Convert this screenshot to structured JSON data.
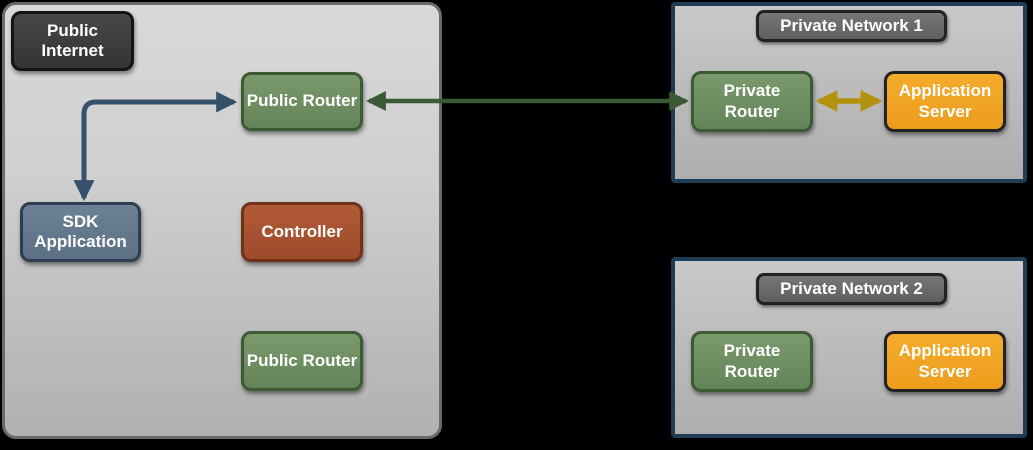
{
  "canvas": {
    "background": "#000000"
  },
  "regions": {
    "public_internet_zone": {
      "nodes": {
        "public_internet": {
          "label": "Public Internet",
          "fill": "#3d3d3d",
          "border": "#141414"
        },
        "public_router_top": {
          "label": "Public Router",
          "fill": "#6e8e62",
          "border": "#3c5a34"
        },
        "sdk_application": {
          "label": "SDK Application",
          "fill": "#64788c",
          "border": "#2d3e50"
        },
        "controller": {
          "label": "Controller",
          "fill": "#a85231",
          "border": "#6f3118"
        },
        "public_router_bottom": {
          "label": "Public Router",
          "fill": "#6e8e62",
          "border": "#3c5a34"
        }
      }
    },
    "private_network_1": {
      "title": "Private Network 1",
      "title_fill": "#6a6a6a",
      "nodes": {
        "private_router": {
          "label": "Private Router",
          "fill": "#6e8e62",
          "border": "#3c5a34"
        },
        "application_server": {
          "label": "Application Server",
          "fill": "#f0a124",
          "border": "#222222"
        }
      }
    },
    "private_network_2": {
      "title": "Private Network 2",
      "title_fill": "#6a6a6a",
      "nodes": {
        "private_router": {
          "label": "Private Router",
          "fill": "#6e8e62",
          "border": "#3c5a34"
        },
        "application_server": {
          "label": "Application Server",
          "fill": "#f0a124",
          "border": "#222222"
        }
      }
    }
  },
  "connections": [
    {
      "id": "sdk-application-public-router",
      "from": "public_router_top",
      "to": "sdk_application",
      "style": "elbow-double-arrow",
      "color": "#35506a"
    },
    {
      "id": "public-router-private-router-1",
      "from": "public_router_top",
      "to": "private_network_1.private_router",
      "style": "double-arrow",
      "color": "#3b5a33"
    },
    {
      "id": "private-router-1-application-server-1",
      "from": "private_network_1.private_router",
      "to": "private_network_1.application_server",
      "style": "double-arrow",
      "color": "#b2920e"
    }
  ]
}
